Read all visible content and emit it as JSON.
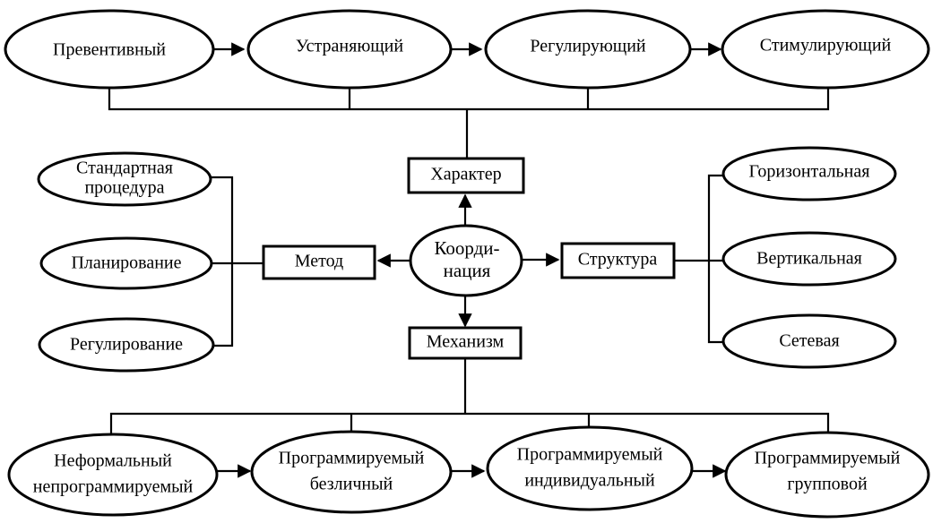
{
  "center": {
    "line1": "Коорди-",
    "line2": "нация"
  },
  "branches": {
    "character": "Характер",
    "method": "Метод",
    "structure": "Структура",
    "mechanism": "Механизм"
  },
  "character_types": [
    "Превентивный",
    "Устраняющий",
    "Регулирующий",
    "Стимулирующий"
  ],
  "method_types": [
    {
      "line1": "Стандартная",
      "line2": "процедура"
    },
    {
      "line1": "Планирование",
      "line2": ""
    },
    {
      "line1": "Регулирование",
      "line2": ""
    }
  ],
  "structure_types": [
    "Горизонтальная",
    "Вертикальная",
    "Сетевая"
  ],
  "mechanism_types": [
    {
      "line1": "Неформальный",
      "line2": "непрограммируемый"
    },
    {
      "line1": "Программируемый",
      "line2": "безличный"
    },
    {
      "line1": "Программируемый",
      "line2": "индивидуальный"
    },
    {
      "line1": "Программируемый",
      "line2": "групповой"
    }
  ]
}
